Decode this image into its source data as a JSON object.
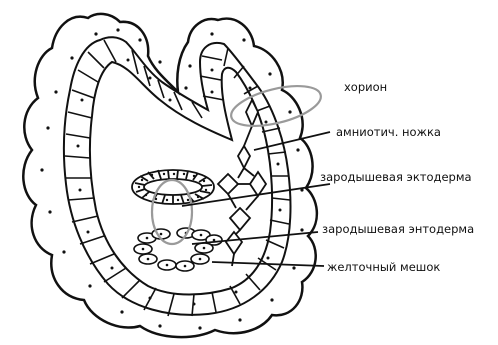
{
  "diagram": {
    "labels": {
      "chorion": "хорион",
      "amniotic_stalk": "амниотич. ножка",
      "germ_ectoderm": "зародышевая эктодерма",
      "germ_endoderm": "зародышевая энтодерма",
      "yolk_sac": "желточный мешок"
    },
    "colors": {
      "outline": "#111111",
      "highlight": "#9a9a9a",
      "background": "#ffffff"
    }
  }
}
